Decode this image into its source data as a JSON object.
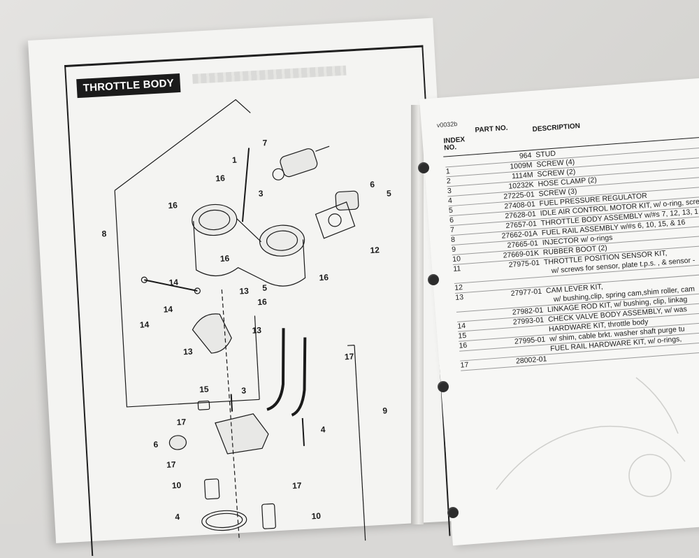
{
  "left_page": {
    "section_title": "THROTTLE BODY",
    "callouts": [
      "1",
      "3",
      "3",
      "4",
      "5",
      "5",
      "6",
      "6",
      "7",
      "8",
      "9",
      "10",
      "10",
      "12",
      "13",
      "13",
      "13",
      "14",
      "14",
      "14",
      "15",
      "16",
      "16",
      "16",
      "16",
      "16",
      "17",
      "17",
      "17",
      "17"
    ]
  },
  "right_page": {
    "ref_code": "v0032b",
    "headers": {
      "index": "INDEX NO.",
      "part": "PART NO.",
      "description": "DESCRIPTION"
    },
    "rows": [
      {
        "index": "",
        "part": "964",
        "desc": "STUD"
      },
      {
        "index": "1",
        "part": "1009M",
        "desc": "SCREW (4)"
      },
      {
        "index": "2",
        "part": "1114M",
        "desc": "SCREW (2)"
      },
      {
        "index": "3",
        "part": "10232K",
        "desc": "HOSE CLAMP (2)"
      },
      {
        "index": "4",
        "part": "27225-01",
        "desc": "SCREW (3)"
      },
      {
        "index": "5",
        "part": "27408-01",
        "desc": "FUEL PRESSURE REGULATOR"
      },
      {
        "index": "6",
        "part": "27628-01",
        "desc": "IDLE AIR CONTROL MOTOR KIT, w/ o-ring, scre"
      },
      {
        "index": "7",
        "part": "27657-01",
        "desc": "THROTTLE BODY ASSEMBLY w/#s 7, 12, 13, 1"
      },
      {
        "index": "8",
        "part": "27662-01A",
        "desc": "FUEL RAIL ASSEMBLY w/#s 6, 10, 15, & 16"
      },
      {
        "index": "9",
        "part": "27665-01",
        "desc": "INJECTOR w/ o-rings"
      },
      {
        "index": "10",
        "part": "27669-01K",
        "desc": "RUBBER BOOT (2)"
      },
      {
        "index": "11",
        "part": "27975-01",
        "desc": "THROTTLE POSITION SENSOR KIT,",
        "desc2": "w/ screws for sensor, plate t.p.s. , & sensor -"
      },
      {
        "index": "12",
        "part": "",
        "desc": ""
      },
      {
        "index": "13",
        "part": "27977-01",
        "desc": "CAM LEVER KIT,",
        "desc2": "w/ bushing,clip, spring cam,shim roller, cam"
      },
      {
        "index": "",
        "part": "27982-01",
        "desc": "LINKAGE ROD KIT, w/ bushing, clip, linkag"
      },
      {
        "index": "14",
        "part": "27993-01",
        "desc": "CHECK VALVE BODY ASSEMBLY, w/ was"
      },
      {
        "index": "15",
        "part": "",
        "desc": "HARDWARE KIT, throttle body"
      },
      {
        "index": "16",
        "part": "27995-01",
        "desc": "w/ shim, cable brkt. washer shaft purge tu"
      },
      {
        "index": "",
        "part": "",
        "desc": "FUEL RAIL HARDWARE KIT, w/ o-rings,"
      },
      {
        "index": "17",
        "part": "28002-01",
        "desc": ""
      }
    ]
  },
  "colors": {
    "ink": "#1a1a1a",
    "paper": "#f4f4f2",
    "badge_bg": "#1b1b1b"
  }
}
